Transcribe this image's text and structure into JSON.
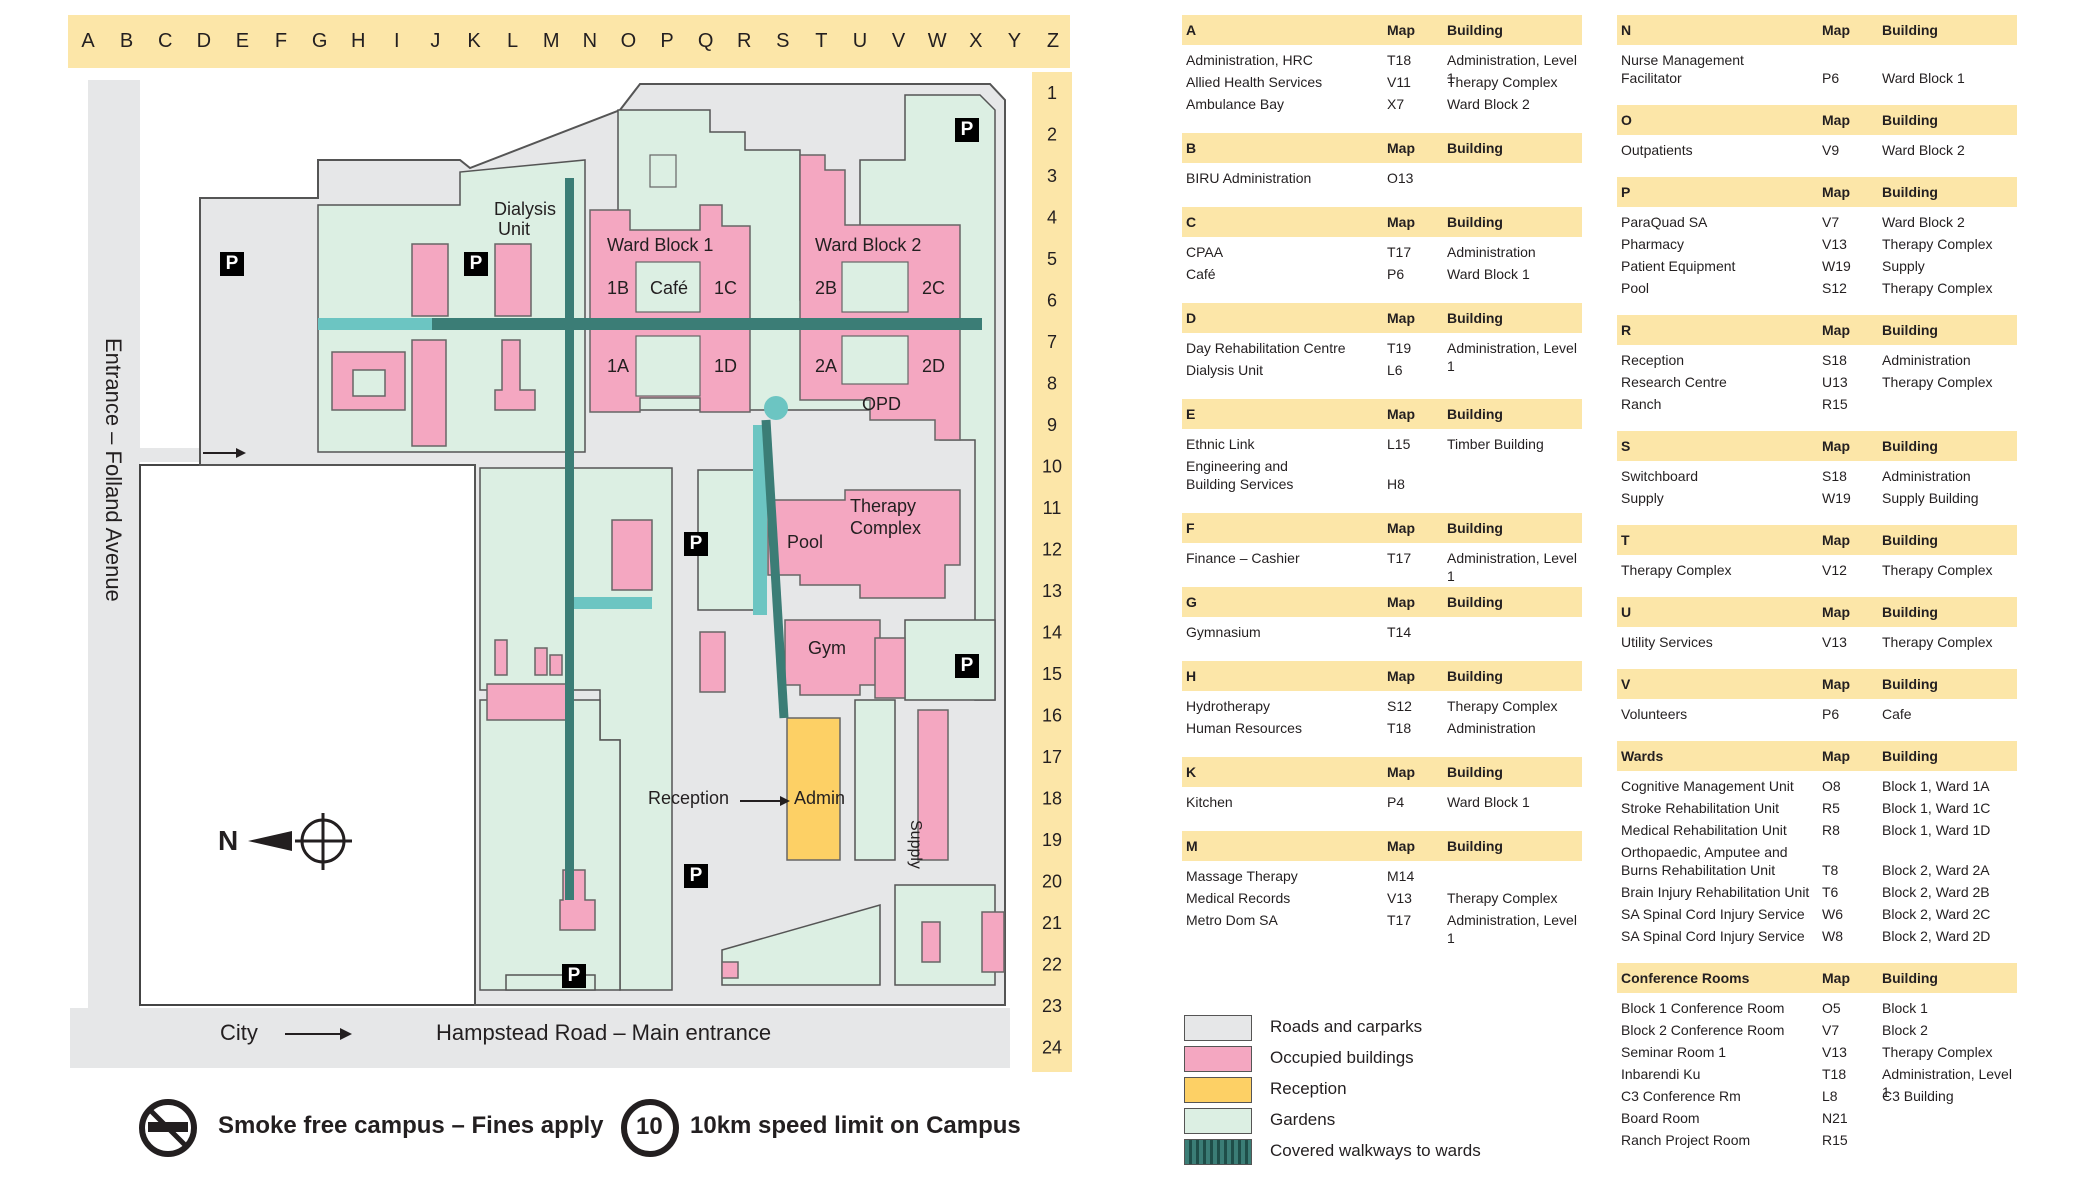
{
  "map": {
    "columns": [
      "A",
      "B",
      "C",
      "D",
      "E",
      "F",
      "G",
      "H",
      "I",
      "J",
      "K",
      "L",
      "M",
      "N",
      "O",
      "P",
      "Q",
      "R",
      "S",
      "T",
      "U",
      "V",
      "W",
      "X",
      "Y",
      "Z"
    ],
    "rows": [
      "1",
      "2",
      "3",
      "4",
      "5",
      "6",
      "7",
      "8",
      "9",
      "10",
      "11",
      "12",
      "13",
      "14",
      "15",
      "16",
      "17",
      "18",
      "19",
      "20",
      "21",
      "22",
      "23",
      "24"
    ],
    "labels": {
      "dialysis_unit_1": "Dialysis",
      "dialysis_unit_2": "Unit",
      "ward_block_1": "Ward Block 1",
      "ward_block_2": "Ward Block 2",
      "w1b": "1B",
      "cafe": "Café",
      "w1c": "1C",
      "w2b": "2B",
      "w2c": "2C",
      "w1a": "1A",
      "w1d": "1D",
      "w2a": "2A",
      "w2d": "2D",
      "opd": "OPD",
      "therapy_1": "Therapy",
      "therapy_2": "Complex",
      "pool": "Pool",
      "gym": "Gym",
      "reception": "Reception",
      "admin": "Admin",
      "supply": "Supply",
      "entrance": "Entrance – Folland Avenue",
      "city": "City",
      "hampstead": "Hampstead Road – Main entrance",
      "north": "N",
      "parking": "P"
    },
    "footer": {
      "smoke": "Smoke free campus – Fines apply",
      "speed_number": "10",
      "speed": "10km speed limit on Campus"
    },
    "colors": {
      "road": "#e6e7e8",
      "building": "#f4a7c1",
      "reception": "#fdd065",
      "garden": "#dcefe3",
      "walkway": "#6cc5c2",
      "covered": "#3b7d76",
      "grid_band": "#fce6a8"
    }
  },
  "index": {
    "col1": [
      {
        "letter": "A",
        "map": "Map",
        "building": "Building",
        "rows": [
          [
            "Administration, HRC",
            "T18",
            "Administration, Level 1"
          ],
          [
            "Allied Health Services",
            "V11",
            "Therapy Complex"
          ],
          [
            "Ambulance Bay",
            "X7",
            "Ward Block 2"
          ]
        ]
      },
      {
        "letter": "B",
        "map": "Map",
        "building": "Building",
        "rows": [
          [
            "BIRU Administration",
            "O13",
            ""
          ]
        ]
      },
      {
        "letter": "C",
        "map": "Map",
        "building": "Building",
        "rows": [
          [
            "CPAA",
            "T17",
            "Administration"
          ],
          [
            "Café",
            "P6",
            "Ward Block 1"
          ]
        ]
      },
      {
        "letter": "D",
        "map": "Map",
        "building": "Building",
        "rows": [
          [
            "Day Rehabilitation Centre",
            "T19",
            "Administration, Level 1"
          ],
          [
            "Dialysis Unit",
            "L6",
            ""
          ]
        ]
      },
      {
        "letter": "E",
        "map": "Map",
        "building": "Building",
        "rows": [
          [
            "Ethnic Link",
            "L15",
            "Timber Building"
          ],
          [
            "Engineering and|Building Services",
            "H8",
            ""
          ]
        ]
      },
      {
        "letter": "F",
        "map": "Map",
        "building": "Building",
        "rows": [
          [
            "Finance – Cashier",
            "T17",
            "Administration, Level 1"
          ]
        ]
      },
      {
        "letter": "G",
        "map": "Map",
        "building": "Building",
        "rows": [
          [
            "Gymnasium",
            "T14",
            ""
          ]
        ]
      },
      {
        "letter": "H",
        "map": "Map",
        "building": "Building",
        "rows": [
          [
            "Hydrotherapy",
            "S12",
            "Therapy Complex"
          ],
          [
            "Human Resources",
            "T18",
            "Administration"
          ]
        ]
      },
      {
        "letter": "K",
        "map": "Map",
        "building": "Building",
        "rows": [
          [
            "Kitchen",
            "P4",
            "Ward Block 1"
          ]
        ]
      },
      {
        "letter": "M",
        "map": "Map",
        "building": "Building",
        "rows": [
          [
            "Massage Therapy",
            "M14",
            ""
          ],
          [
            "Medical Records",
            "V13",
            "Therapy Complex"
          ],
          [
            "Metro Dom SA",
            "T17",
            "Administration, Level 1"
          ]
        ]
      }
    ],
    "col2": [
      {
        "letter": "N",
        "map": "Map",
        "building": "Building",
        "rows": [
          [
            "Nurse Management|Facilitator",
            "P6",
            "Ward Block 1"
          ]
        ]
      },
      {
        "letter": "O",
        "map": "Map",
        "building": "Building",
        "rows": [
          [
            "Outpatients",
            "V9",
            "Ward Block 2"
          ]
        ]
      },
      {
        "letter": "P",
        "map": "Map",
        "building": "Building",
        "rows": [
          [
            "ParaQuad SA",
            "V7",
            "Ward Block 2"
          ],
          [
            "Pharmacy",
            "V13",
            "Therapy Complex"
          ],
          [
            "Patient Equipment",
            "W19",
            "Supply"
          ],
          [
            "Pool",
            "S12",
            "Therapy Complex"
          ]
        ]
      },
      {
        "letter": "R",
        "map": "Map",
        "building": "Building",
        "rows": [
          [
            "Reception",
            "S18",
            "Administration"
          ],
          [
            "Research Centre",
            "U13",
            "Therapy Complex"
          ],
          [
            "Ranch",
            "R15",
            ""
          ]
        ]
      },
      {
        "letter": "S",
        "map": "Map",
        "building": "Building",
        "rows": [
          [
            "Switchboard",
            "S18",
            "Administration"
          ],
          [
            "Supply",
            "W19",
            "Supply Building"
          ]
        ]
      },
      {
        "letter": "T",
        "map": "Map",
        "building": "Building",
        "rows": [
          [
            "Therapy Complex",
            "V12",
            "Therapy Complex"
          ]
        ]
      },
      {
        "letter": "U",
        "map": "Map",
        "building": "Building",
        "rows": [
          [
            "Utility Services",
            "V13",
            "Therapy Complex"
          ]
        ]
      },
      {
        "letter": "V",
        "map": "Map",
        "building": "Building",
        "rows": [
          [
            "Volunteers",
            "P6",
            "Cafe"
          ]
        ]
      },
      {
        "letter": "Wards",
        "map": "Map",
        "building": "Building",
        "rows": [
          [
            "Cognitive Management Unit",
            "O8",
            "Block 1, Ward 1A"
          ],
          [
            "Stroke Rehabilitation Unit",
            "R5",
            "Block 1, Ward 1C"
          ],
          [
            "Medical Rehabilitation Unit",
            "R8",
            "Block 1, Ward 1D"
          ],
          [
            "Orthopaedic, Amputee and|Burns Rehabilitation Unit",
            "T8",
            "Block 2, Ward 2A"
          ],
          [
            "Brain Injury Rehabilitation Unit",
            "T6",
            "Block 2, Ward 2B"
          ],
          [
            "SA Spinal Cord Injury Service",
            "W6",
            "Block 2, Ward 2C"
          ],
          [
            "SA Spinal Cord Injury Service",
            "W8",
            "Block 2, Ward 2D"
          ]
        ]
      },
      {
        "letter": "Conference Rooms",
        "map": "Map",
        "building": "Building",
        "rows": [
          [
            "Block 1 Conference Room",
            "O5",
            "Block 1"
          ],
          [
            "Block 2 Conference Room",
            "V7",
            "Block 2"
          ],
          [
            "Seminar Room 1",
            "V13",
            "Therapy Complex"
          ],
          [
            "Inbarendi Ku",
            "T18",
            "Administration, Level 1"
          ],
          [
            "C3 Conference Rm",
            "L8",
            "C3 Building"
          ],
          [
            "Board Room",
            "N21",
            ""
          ],
          [
            "Ranch Project Room",
            "R15",
            ""
          ]
        ]
      }
    ]
  },
  "legend": [
    {
      "label": "Roads and carparks",
      "color": "#e6e7e8"
    },
    {
      "label": "Occupied buildings",
      "color": "#f4a7c1"
    },
    {
      "label": "Reception",
      "color": "#fdd065"
    },
    {
      "label": "Gardens",
      "color": "#dcefe3"
    },
    {
      "label": "Covered walkways to wards",
      "color": "#3b7d76"
    }
  ]
}
